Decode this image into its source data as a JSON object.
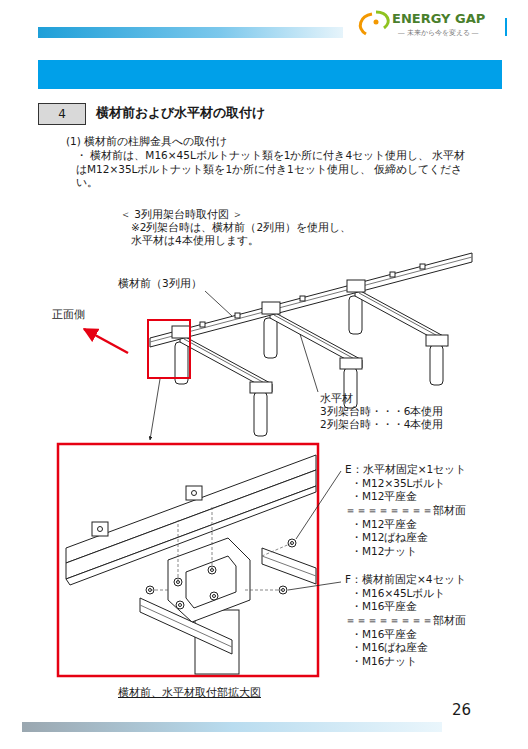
{
  "diagram": {
    "title": "横材前および水平材の取付け",
    "caption": "横材前、水平材取付部拡大図",
    "nodes": [
      {
        "text": [
          "4"
        ]
      }
    ],
    "labels": [
      "ENERGY GAP",
      "― 未来から今を変える ―",
      "(1) 横材前の柱脚金具への取付け",
      "・ 横材前は、M16×45Lボルトナット類を1か所に付き4セット使用し、 水平材はM12×35Lボルトナット類を1か所に付き1セット使用し、 仮締めしてください。",
      "＜ 3列用架台時取付図 ＞",
      "※2列架台時は、横材前（2列用）を使用し、 水平材は4本使用します。",
      "横材前（3列用）",
      "正面側",
      "水平材",
      "3列架台時・・・6本使用",
      "2列架台時・・・4本使用",
      "E：水平材固定×1セット",
      "・M12×35Lボルト",
      "・M12平座金",
      "＝＝＝＝＝＝＝＝部材面",
      "・M12平座金",
      "・M12ばね座金",
      "・M12ナット",
      "F：横材前固定×4セット",
      "・M16×45Lボルト",
      "・M16平座金",
      "＝＝＝＝＝＝＝＝部材面",
      "・M16平座金",
      "・M16ばね座金",
      "・M16ナット",
      "26"
    ]
  }
}
